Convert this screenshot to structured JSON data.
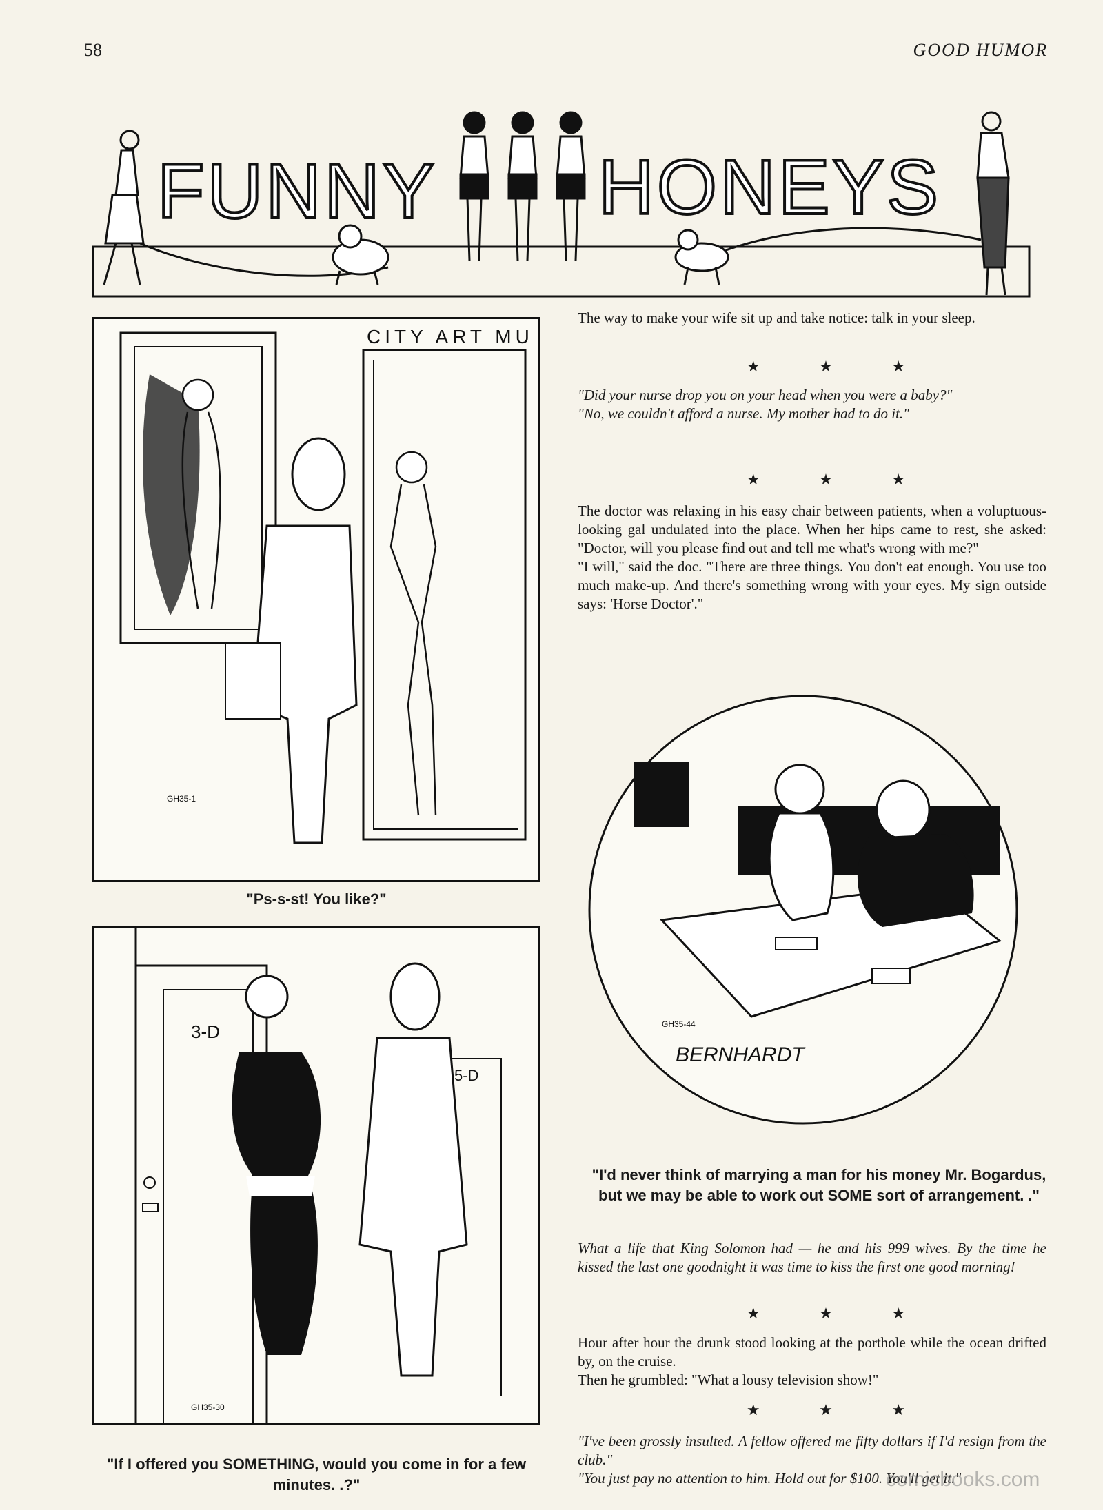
{
  "header": {
    "page_number": "58",
    "magazine": "GOOD HUMOR"
  },
  "banner": {
    "title_left": "FUNNY",
    "title_right": "HONEYS"
  },
  "cartoon1": {
    "sign": "CITY ART MU",
    "signature": "GH35-1",
    "caption": "\"Ps-s-st! You like?\""
  },
  "cartoon2": {
    "door_left": "3-D",
    "door_right": "5-D",
    "signature": "GH35-30",
    "caption": "\"If I offered you SOMETHING, would you come in for a few minutes. .?\""
  },
  "cartoon3": {
    "code": "GH35-44",
    "artist": "BERNHARDT",
    "caption": "\"I'd never think of marrying a man for his money Mr. Bogardus, but we may be able to work out SOME sort of arrangement. .\""
  },
  "jokes": {
    "j1": "The way to make your wife sit up and take notice: talk in your sleep.",
    "j2a": "\"Did your nurse drop you on your head when you were a baby?\"",
    "j2b": "\"No, we couldn't afford a nurse. My mother had to do it.\"",
    "j3a": "The doctor was relaxing in his easy chair between patients, when a voluptuous-looking gal undulated into the place. When her hips came to rest, she asked: \"Doctor, will you please find out and tell me what's wrong with me?\"",
    "j3b": "\"I will,\" said the doc. \"There are three things. You don't eat enough. You use too much make-up. And there's something wrong with your eyes. My sign outside says: 'Horse Doctor'.\"",
    "j4": "What a life that King Solomon had — he and his 999 wives. By the time he kissed the last one goodnight it was time to kiss the first one good morning!",
    "j5a": "Hour after hour the drunk stood looking at the porthole while the ocean drifted by, on the cruise.",
    "j5b": "Then he grumbled: \"What a lousy television show!\"",
    "j6a": "\"I've been grossly insulted. A fellow offered me fifty dollars if I'd resign from the club.\"",
    "j6b": "\"You just pay no attention to him. Hold out for $100. You'll get it.\""
  },
  "stars": "★ ★ ★",
  "watermark": "comicbooks.com"
}
